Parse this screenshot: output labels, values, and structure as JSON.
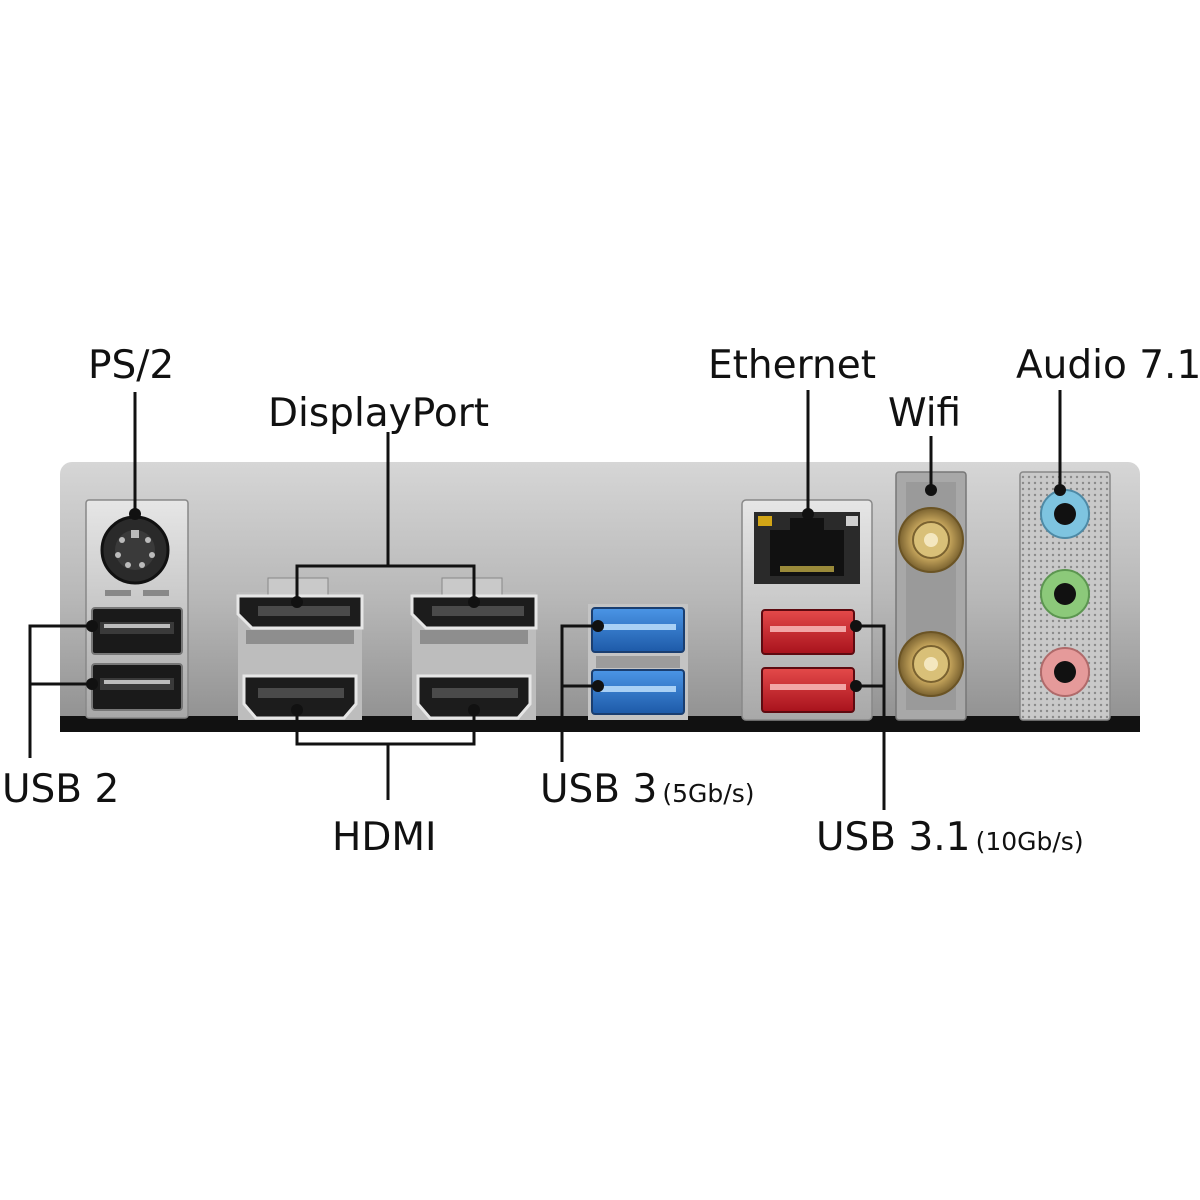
{
  "labels": {
    "ps2": "PS/2",
    "displayport": "DisplayPort",
    "ethernet": "Ethernet",
    "wifi": "Wifi",
    "audio": "Audio 7.1",
    "usb2": "USB 2",
    "hdmi": "HDMI",
    "usb3": "USB 3",
    "usb3_speed": "(5Gb/s)",
    "usb31": "USB 3.1",
    "usb31_speed": "(10Gb/s)"
  },
  "colors": {
    "panel_top": "#d4d4d4",
    "panel_bottom": "#9a9a9a",
    "leader": "#111111",
    "usb3_blue": "#2a72c8",
    "usb31_red": "#c8202a",
    "audio_blue": "#7ec4e0",
    "audio_green": "#8cc97a",
    "audio_pink": "#e59a9a",
    "antenna_gold": "#b8994e"
  },
  "icons": [
    "ps2-port-icon",
    "usb-port-icon",
    "displayport-port-icon",
    "hdmi-port-icon",
    "ethernet-port-icon",
    "antenna-connector-icon",
    "audio-jack-icon"
  ]
}
